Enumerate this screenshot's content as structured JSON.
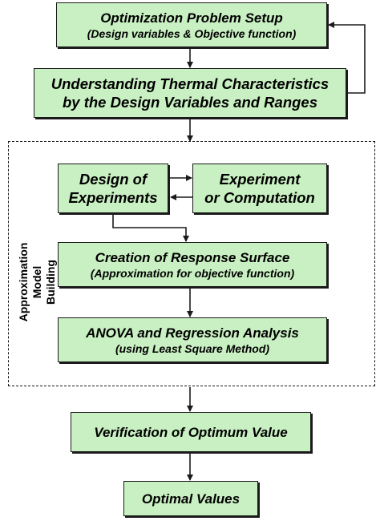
{
  "boxes": {
    "setup": {
      "title": "Optimization Problem Setup",
      "subtitle": "(Design variables & Objective function)"
    },
    "thermal": {
      "line1": "Understanding Thermal Characteristics",
      "line2": "by the Design Variables and Ranges"
    },
    "doe": {
      "line1": "Design of",
      "line2": "Experiments"
    },
    "experiment": {
      "line1": "Experiment",
      "line2": "or Computation"
    },
    "response": {
      "title": "Creation of Response Surface",
      "subtitle": "(Approximation for objective function)"
    },
    "anova": {
      "title": "ANOVA and Regression Analysis",
      "subtitle": "(using Least Square Method)"
    },
    "verification": {
      "title": "Verification of Optimum Value"
    },
    "optimal": {
      "title": "Optimal Values"
    }
  },
  "group_label": {
    "line1": "Approximation",
    "line2": "Model Building"
  },
  "colors": {
    "box_fill": "#c9f0c2",
    "stroke": "#1a1a1a"
  }
}
